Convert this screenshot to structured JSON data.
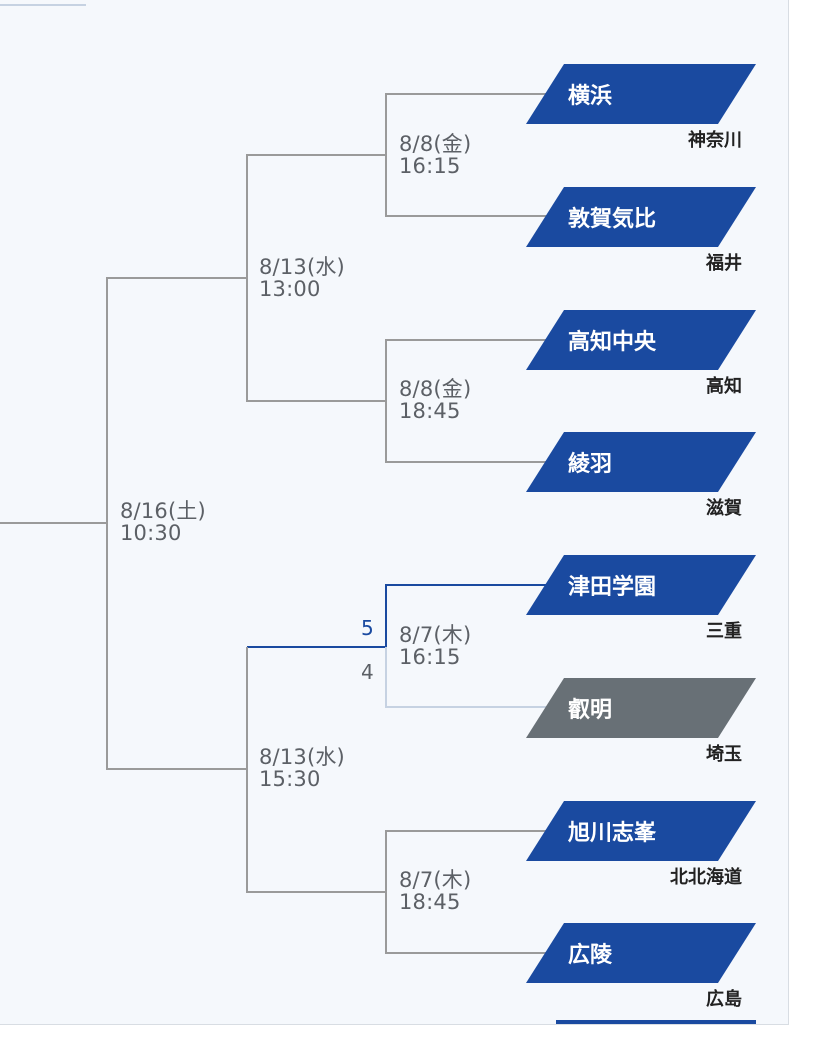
{
  "colors": {
    "primary": "#1a4aa0",
    "loser": "#687076",
    "line": "#9a9a9a",
    "line_faded": "#c6d2e2",
    "text": "#5c6066"
  },
  "games": [
    {
      "id": "r16_1",
      "datetime": "8/8(金)\n16:15"
    },
    {
      "id": "r16_2",
      "datetime": "8/8(金)\n18:45"
    },
    {
      "id": "r16_3",
      "datetime": "8/7(木)\n16:15"
    },
    {
      "id": "r16_4",
      "datetime": "8/7(木)\n18:45"
    },
    {
      "id": "qf_1",
      "datetime": "8/13(水)\n13:00"
    },
    {
      "id": "qf_2",
      "datetime": "8/13(水)\n15:30"
    },
    {
      "id": "sf_1",
      "datetime": "8/16(土)\n10:30"
    }
  ],
  "scores": {
    "winner": "5",
    "loser": "4"
  },
  "teams": [
    {
      "name": "横浜",
      "prefecture": "神奈川",
      "status": "active"
    },
    {
      "name": "敦賀気比",
      "prefecture": "福井",
      "status": "active"
    },
    {
      "name": "高知中央",
      "prefecture": "高知",
      "status": "active"
    },
    {
      "name": "綾羽",
      "prefecture": "滋賀",
      "status": "active"
    },
    {
      "name": "津田学園",
      "prefecture": "三重",
      "status": "active"
    },
    {
      "name": "叡明",
      "prefecture": "埼玉",
      "status": "eliminated"
    },
    {
      "name": "旭川志峯",
      "prefecture": "北北海道",
      "status": "active"
    },
    {
      "name": "広陵",
      "prefecture": "広島",
      "status": "active"
    }
  ]
}
